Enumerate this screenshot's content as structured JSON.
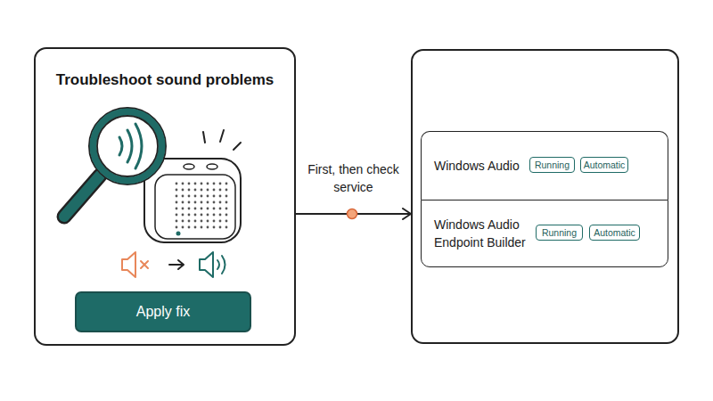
{
  "diagram": {
    "nodes": [
      {
        "text": [
          "Troubleshoot sound problems"
        ]
      },
      {
        "text": [
          "Apply fix"
        ],
        "in": 0
      },
      {
        "text": []
      },
      {
        "text": [
          "Windows Audio"
        ],
        "in": 2
      },
      {
        "text": [
          "Running"
        ],
        "in": 3
      },
      {
        "text": [
          "Automatic"
        ],
        "in": 3
      },
      {
        "text": [
          "Windows Audio Endpoint Builder"
        ],
        "in": 2
      },
      {
        "text": [
          "Running"
        ],
        "in": 6
      },
      {
        "text": [
          "Automatic"
        ],
        "in": 6
      }
    ],
    "edges": [
      {
        "from": 0,
        "to": 2,
        "arrow": "to",
        "label": "First, then check service"
      }
    ]
  }
}
